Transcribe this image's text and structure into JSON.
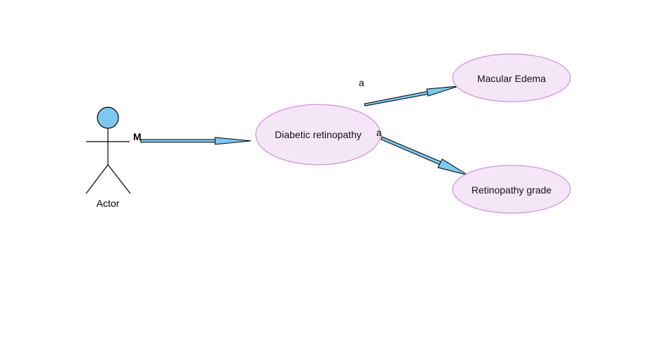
{
  "diagram": {
    "actor": {
      "label": "Actor",
      "head_color": "#7cc8ee"
    },
    "use_cases": {
      "diabetic": {
        "label": "Diabetic retinopathy"
      },
      "macular": {
        "label": "Macular Edema"
      },
      "grade": {
        "label": "Retinopathy grade"
      }
    },
    "edge_labels": {
      "actor_to_diabetic": "M",
      "diabetic_to_macular": "a",
      "diabetic_to_grade": "a"
    },
    "colors": {
      "ellipse_fill": "#f4e6f7",
      "ellipse_stroke": "#cf8fdc",
      "arrow_fill": "#7cc8ee",
      "line": "#000000"
    }
  }
}
